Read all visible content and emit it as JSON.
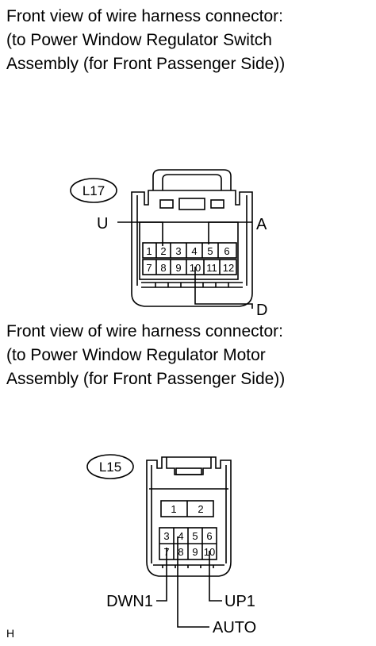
{
  "connector_1": {
    "caption": [
      "Front view of wire harness connector:",
      "(to Power Window Regulator Switch",
      "Assembly (for Front Passenger Side))"
    ],
    "code": "L17",
    "pins_row1": [
      "1",
      "2",
      "3",
      "4",
      "5",
      "6"
    ],
    "pins_row2": [
      "7",
      "8",
      "9",
      "10",
      "11",
      "12"
    ],
    "labels": {
      "u": "U",
      "a": "A",
      "d": "D"
    }
  },
  "connector_2": {
    "caption": [
      "Front view of wire harness connector:",
      "(to Power Window Regulator Motor",
      "Assembly (for Front Passenger Side))"
    ],
    "code": "L15",
    "pins_top": [
      "1",
      "2"
    ],
    "pins_row1": [
      "3",
      "4",
      "5",
      "6"
    ],
    "pins_row2": [
      "7",
      "8",
      "9",
      "10"
    ],
    "labels": {
      "dwn1": "DWN1",
      "up1": "UP1",
      "auto": "AUTO"
    }
  },
  "footer_mark": "H"
}
